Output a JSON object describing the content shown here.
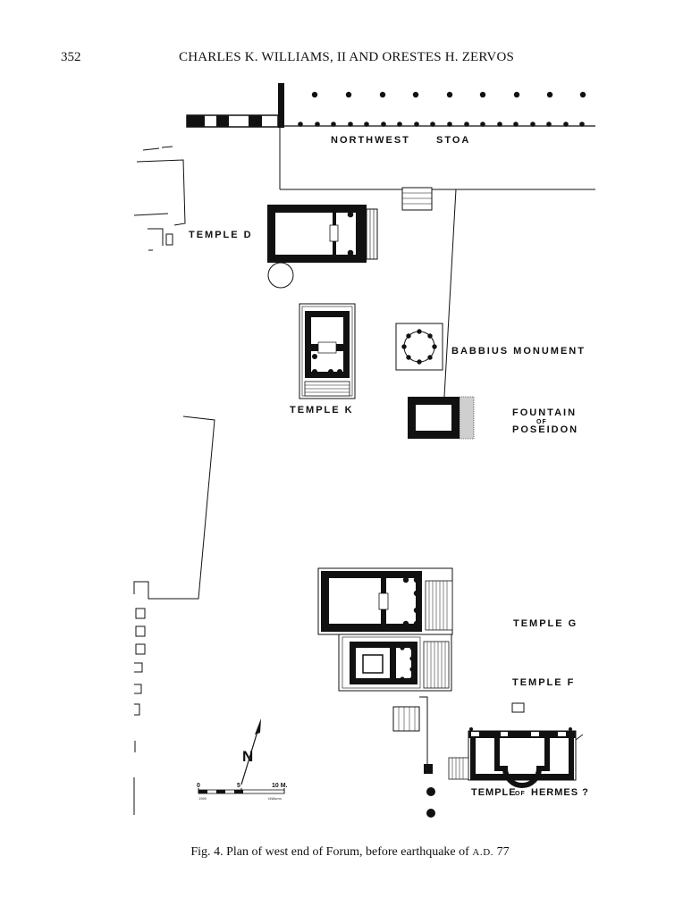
{
  "header": {
    "page_number": "352",
    "authors": "CHARLES K. WILLIAMS, II AND ORESTES H. ZERVOS"
  },
  "labels": {
    "northwest_stoa_1": "NORTHWEST",
    "northwest_stoa_2": "STOA",
    "temple_d": "TEMPLE D",
    "temple_k": "TEMPLE K",
    "babbius": "BABBIUS MONUMENT",
    "fountain_1": "FOUNTAIN",
    "fountain_of": "OF",
    "fountain_2": "POSEIDON",
    "temple_g": "TEMPLE G",
    "temple_f": "TEMPLE F",
    "hermes_1": "TEMPLE",
    "hermes_of": "OF",
    "hermes_2": "HERMES ?"
  },
  "scale_bar": {
    "tick_0": "0",
    "tick_5": "5",
    "tick_10": "10 M.",
    "north": "N",
    "drafting_year": "1969",
    "drafting_signature": "Williams"
  },
  "caption": {
    "prefix": "Fig.",
    "body": "4. Plan of west end of Forum, before earthquake of",
    "era": "A.D.",
    "year": "77"
  }
}
